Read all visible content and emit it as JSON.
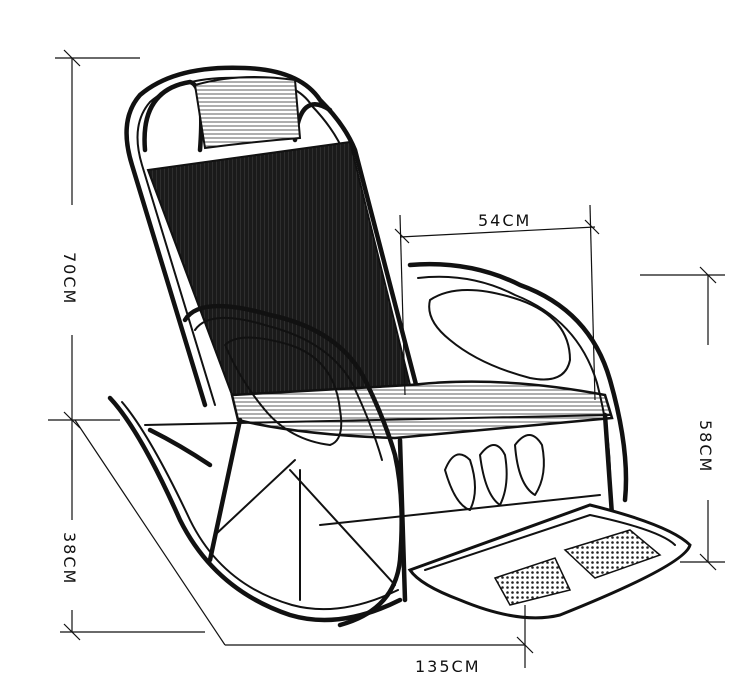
{
  "diagram": {
    "dimensions": {
      "height_total": "70CM",
      "seat_depth": "54CM",
      "arm_height": "58CM",
      "seat_height": "38CM",
      "length": "135CM"
    }
  }
}
